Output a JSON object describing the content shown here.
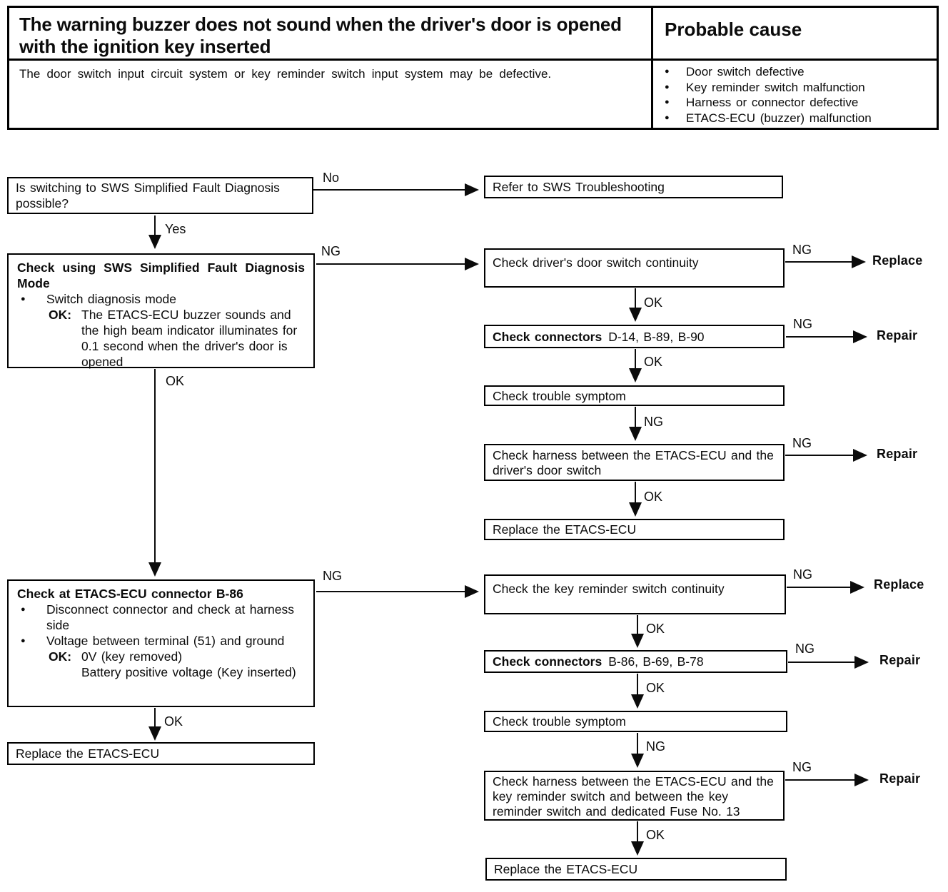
{
  "header": {
    "title": "The warning buzzer does not sound when the driver's door is opened with the ignition key inserted",
    "probable_cause_label": "Probable cause",
    "description": "The door switch input circuit system or key reminder switch input system may be defective.",
    "bullet_glyph": "●",
    "causes": [
      "Door switch defective",
      "Key reminder switch malfunction",
      "Harness or connector defective",
      "ETACS-ECU (buzzer) malfunction"
    ]
  },
  "labels": {
    "yes": "Yes",
    "no": "No",
    "ok": "OK",
    "ng": "NG",
    "ok_colon": "OK:",
    "replace": "Replace",
    "repair": "Repair"
  },
  "flowchart": {
    "q1": "Is switching to SWS Simplified Fault Diagnosis possible?",
    "refer_sws": "Refer to SWS Troubleshooting",
    "sws_mode": {
      "title": "Check using SWS Simplified Fault Diagnosis Mode",
      "bullet1": "Switch diagnosis mode",
      "ok_text": "The ETACS-ECU buzzer sounds and the high beam indicator illuminates for 0.1 second when the driver's door is opened"
    },
    "door_switch": "Check driver's door switch continuity",
    "connectors1": {
      "bold": "Check connectors",
      "rest": "D-14, B-89, B-90"
    },
    "trouble1": "Check trouble symptom",
    "harness1": "Check harness between the ETACS-ECU and the driver's door switch",
    "replace_ecu1": "Replace the ETACS-ECU",
    "b86": {
      "title": "Check at ETACS-ECU connector B-86",
      "bullet1": "Disconnect connector and check at harness side",
      "bullet2": "Voltage between terminal (51) and ground",
      "ok_line1": "0V (key removed)",
      "ok_line2": "Battery positive voltage (Key inserted)"
    },
    "replace_ecu_left": "Replace the ETACS-ECU",
    "key_reminder": "Check the key reminder switch continuity",
    "connectors2": {
      "bold": "Check connectors",
      "rest": "B-86, B-69, B-78"
    },
    "trouble2": "Check trouble symptom",
    "harness2": "Check harness between the ETACS-ECU and the key reminder switch and between the key reminder switch and dedicated Fuse No. 13",
    "replace_ecu2": "Replace the ETACS-ECU"
  }
}
